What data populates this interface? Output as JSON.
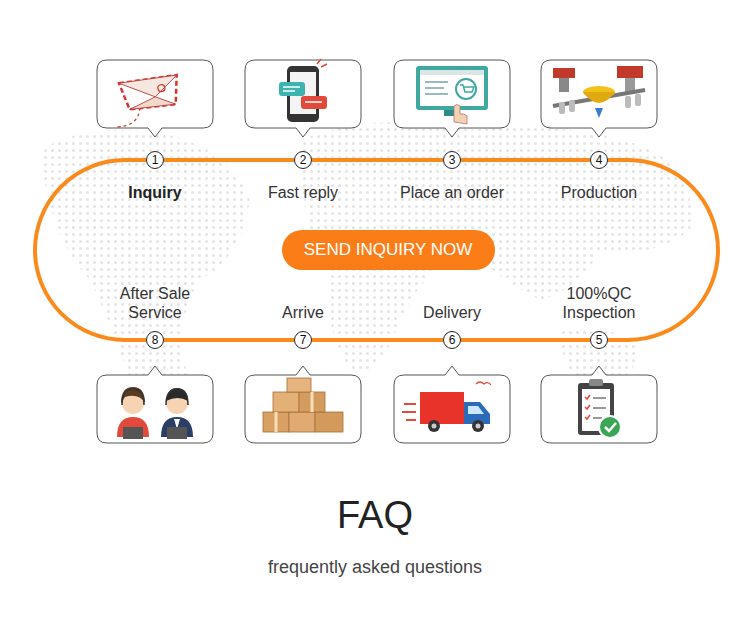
{
  "diagram": {
    "title": "FAQ",
    "caption": "frequently asked questions",
    "nodes": [
      {
        "text": [
          "1",
          "Inquiry"
        ]
      },
      {
        "text": [
          "2",
          "Fast reply"
        ]
      },
      {
        "text": [
          "3",
          "Place an order"
        ]
      },
      {
        "text": [
          "4",
          "Production"
        ]
      },
      {
        "text": [
          "SEND INQUIRY NOW"
        ]
      },
      {
        "text": [
          "8",
          "After Sale Service"
        ]
      },
      {
        "text": [
          "7",
          "Arrive"
        ]
      },
      {
        "text": [
          "6",
          "Delivery"
        ]
      },
      {
        "text": [
          "5",
          "100%QC Inspection"
        ]
      }
    ],
    "edges": [
      {
        "from": 0,
        "to": 1,
        "arrow": "none"
      },
      {
        "from": 1,
        "to": 2,
        "arrow": "none"
      },
      {
        "from": 2,
        "to": 3,
        "arrow": "none"
      },
      {
        "from": 3,
        "to": 8,
        "arrow": "none"
      },
      {
        "from": 8,
        "to": 7,
        "arrow": "none"
      },
      {
        "from": 7,
        "to": 6,
        "arrow": "none"
      },
      {
        "from": 6,
        "to": 5,
        "arrow": "none"
      },
      {
        "from": 5,
        "to": 0,
        "arrow": "none"
      }
    ]
  }
}
